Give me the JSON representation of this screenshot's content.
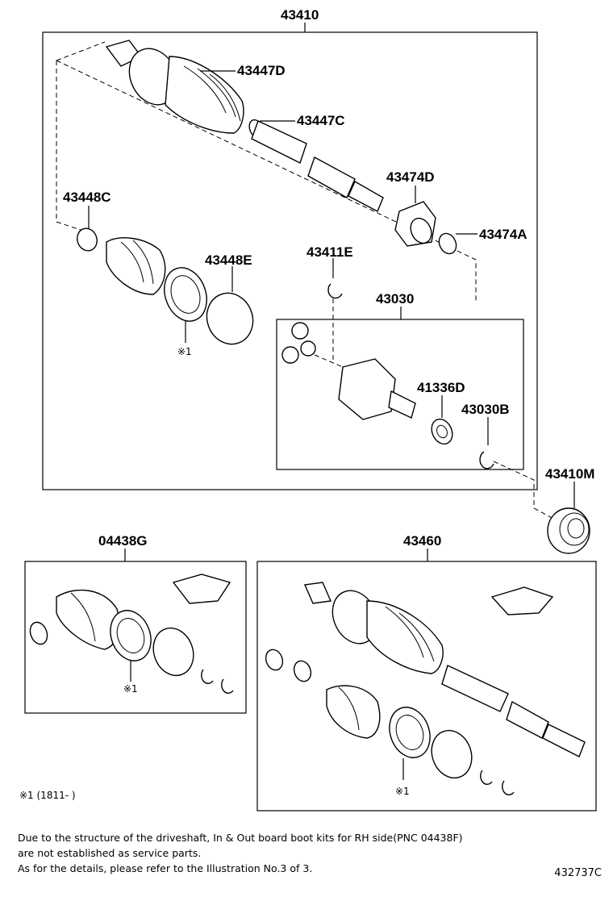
{
  "labels": {
    "p43410": "43410",
    "p43447D": "43447D",
    "p43447C": "43447C",
    "p43474D": "43474D",
    "p43474A": "43474A",
    "p43448C": "43448C",
    "p43448E": "43448E",
    "p43411E": "43411E",
    "p43030": "43030",
    "p41336D": "41336D",
    "p43030B": "43030B",
    "p43410M": "43410M",
    "p04438G": "04438G",
    "p43460": "43460",
    "mark1": "※1",
    "mark1_legend": "※1 (1811-      )"
  },
  "notes": {
    "line1": "Due to the structure of the driveshaft, In & Out board boot kits for RH side(PNC 04438F)",
    "line2": "are not established as service parts.",
    "line3": "As for the details, please refer to the Illustration No.3 of 3."
  },
  "illustration_id": "432737C"
}
